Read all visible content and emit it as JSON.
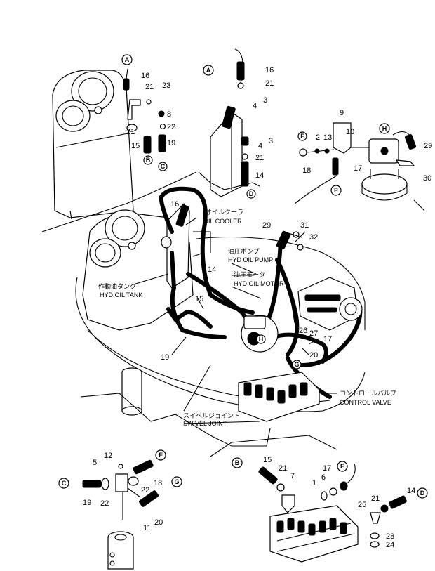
{
  "labels": {
    "oil_cooler_jp": "オイルクーラ",
    "oil_cooler_en": "OIL COOLER",
    "hyd_oil_pump_jp": "油圧ポンプ",
    "hyd_oil_pump_en": "HYD OIL PUMP",
    "hyd_oil_motor_jp": "油圧モータ",
    "hyd_oil_motor_en": "HYD OIL MOTOR",
    "hyd_oil_tank_jp": "作動油タンク",
    "hyd_oil_tank_en": "HYD.OIL TANK",
    "control_valve_jp": "コントロールバルブ",
    "control_valve_en": "CONTROL VALVE",
    "swivel_joint_jp": "スイベルジョイント",
    "swivel_joint_en": "SWIVEL JOINT"
  },
  "parts": [
    {
      "id": "p1",
      "text": "16"
    },
    {
      "id": "p2",
      "text": "21"
    },
    {
      "id": "p3",
      "text": "23"
    },
    {
      "id": "p4",
      "text": "8"
    },
    {
      "id": "p5",
      "text": "22"
    },
    {
      "id": "p6",
      "text": "21"
    },
    {
      "id": "p7",
      "text": "15"
    },
    {
      "id": "p8",
      "text": "19"
    },
    {
      "id": "p9",
      "text": "16"
    },
    {
      "id": "p10",
      "text": "21"
    },
    {
      "id": "p11",
      "text": "4"
    },
    {
      "id": "p12",
      "text": "3"
    },
    {
      "id": "p13",
      "text": "4"
    },
    {
      "id": "p14",
      "text": "3"
    },
    {
      "id": "p15",
      "text": "21"
    },
    {
      "id": "p16",
      "text": "14"
    },
    {
      "id": "p17",
      "text": "9"
    },
    {
      "id": "p18",
      "text": "10"
    },
    {
      "id": "p19",
      "text": "2"
    },
    {
      "id": "p20",
      "text": "13"
    },
    {
      "id": "p21",
      "text": "18"
    },
    {
      "id": "p22",
      "text": "17"
    },
    {
      "id": "p23",
      "text": "29"
    },
    {
      "id": "p24",
      "text": "30"
    },
    {
      "id": "p25",
      "text": "16"
    },
    {
      "id": "p26",
      "text": "29"
    },
    {
      "id": "p27",
      "text": "31"
    },
    {
      "id": "p28",
      "text": "32"
    },
    {
      "id": "p29",
      "text": "14"
    },
    {
      "id": "p30",
      "text": "15"
    },
    {
      "id": "p31",
      "text": "19"
    },
    {
      "id": "p32",
      "text": "26"
    },
    {
      "id": "p33",
      "text": "27"
    },
    {
      "id": "p34",
      "text": "17"
    },
    {
      "id": "p35",
      "text": "20"
    },
    {
      "id": "p36",
      "text": "12"
    },
    {
      "id": "p37",
      "text": "5"
    },
    {
      "id": "p38",
      "text": "18"
    },
    {
      "id": "p39",
      "text": "22"
    },
    {
      "id": "p40",
      "text": "19"
    },
    {
      "id": "p41",
      "text": "22"
    },
    {
      "id": "p42",
      "text": "11"
    },
    {
      "id": "p43",
      "text": "20"
    },
    {
      "id": "p44",
      "text": "15"
    },
    {
      "id": "p45",
      "text": "21"
    },
    {
      "id": "p46",
      "text": "7"
    },
    {
      "id": "p47",
      "text": "17"
    },
    {
      "id": "p48",
      "text": "6"
    },
    {
      "id": "p49",
      "text": "1"
    },
    {
      "id": "p50",
      "text": "14"
    },
    {
      "id": "p51",
      "text": "25"
    },
    {
      "id": "p52",
      "text": "21"
    },
    {
      "id": "p53",
      "text": "28"
    },
    {
      "id": "p54",
      "text": "24"
    }
  ],
  "callouts": [
    {
      "id": "A1",
      "text": "A"
    },
    {
      "id": "B1",
      "text": "B"
    },
    {
      "id": "C1",
      "text": "C"
    },
    {
      "id": "A2",
      "text": "A"
    },
    {
      "id": "D1",
      "text": "D"
    },
    {
      "id": "F1",
      "text": "F"
    },
    {
      "id": "E1",
      "text": "E"
    },
    {
      "id": "H1",
      "text": "H"
    },
    {
      "id": "H2",
      "text": "H"
    },
    {
      "id": "G1",
      "text": "G"
    },
    {
      "id": "C2",
      "text": "C"
    },
    {
      "id": "F2",
      "text": "F"
    },
    {
      "id": "G2",
      "text": "G"
    },
    {
      "id": "B2",
      "text": "B"
    },
    {
      "id": "E2",
      "text": "E"
    },
    {
      "id": "D2",
      "text": "D"
    }
  ]
}
